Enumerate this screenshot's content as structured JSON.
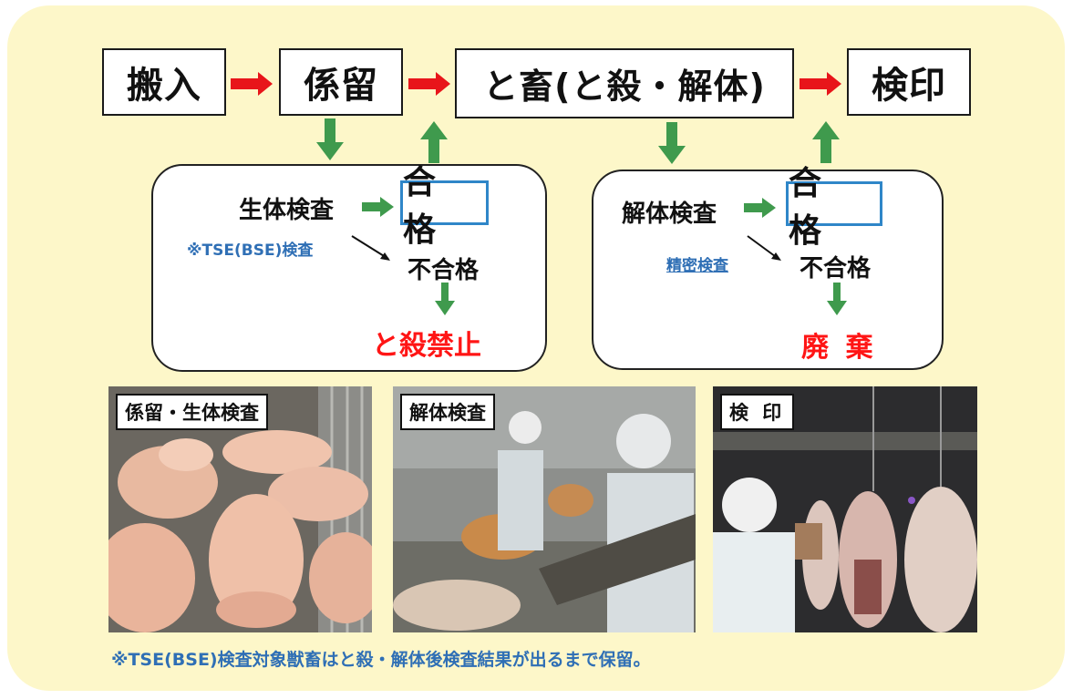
{
  "flow": {
    "stage1": "搬入",
    "stage2": "係留",
    "stage3": "と畜(と殺・解体)",
    "stage4": "検印"
  },
  "left_box": {
    "exam": "生体検査",
    "pass": "合 格",
    "note": "※TSE(BSE)検査",
    "fail": "不合格",
    "result": "と殺禁止"
  },
  "right_box": {
    "exam": "解体検査",
    "pass": "合 格",
    "note": "精密検査",
    "fail": "不合格",
    "result": "廃 棄"
  },
  "photos": {
    "p1_caption": "係留・生体検査",
    "p2_caption": "解体検査",
    "p3_caption": "検 印"
  },
  "footnote": "※TSE(BSE)検査対象獣畜はと殺・解体後検査結果が出るまで保留。",
  "colors": {
    "background": "#fdf7c9",
    "flow_arrow": "#e8151a",
    "inspect_arrow": "#3f9a4d",
    "pass_border": "#2f86c8",
    "note_text": "#2f6fb5",
    "result_text": "#ff1515"
  }
}
